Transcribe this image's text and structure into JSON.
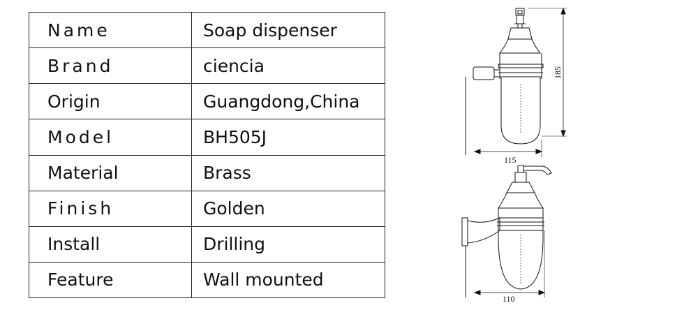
{
  "spec_table": {
    "rows": [
      {
        "label": "Name",
        "value": "Soap dispenser"
      },
      {
        "label": "Brand",
        "value": "ciencia"
      },
      {
        "label": "Origin",
        "value": "Guangdong,China"
      },
      {
        "label": "Model",
        "value": "BH505J"
      },
      {
        "label": "Material",
        "value": "Brass"
      },
      {
        "label": "Finish",
        "value": "Golden"
      },
      {
        "label": "Install",
        "value": "Drilling"
      },
      {
        "label": "Feature",
        "value": "Wall mounted"
      }
    ]
  },
  "drawing": {
    "dim_height": "185",
    "dim_width_top": "115",
    "dim_width_bottom": "110"
  }
}
